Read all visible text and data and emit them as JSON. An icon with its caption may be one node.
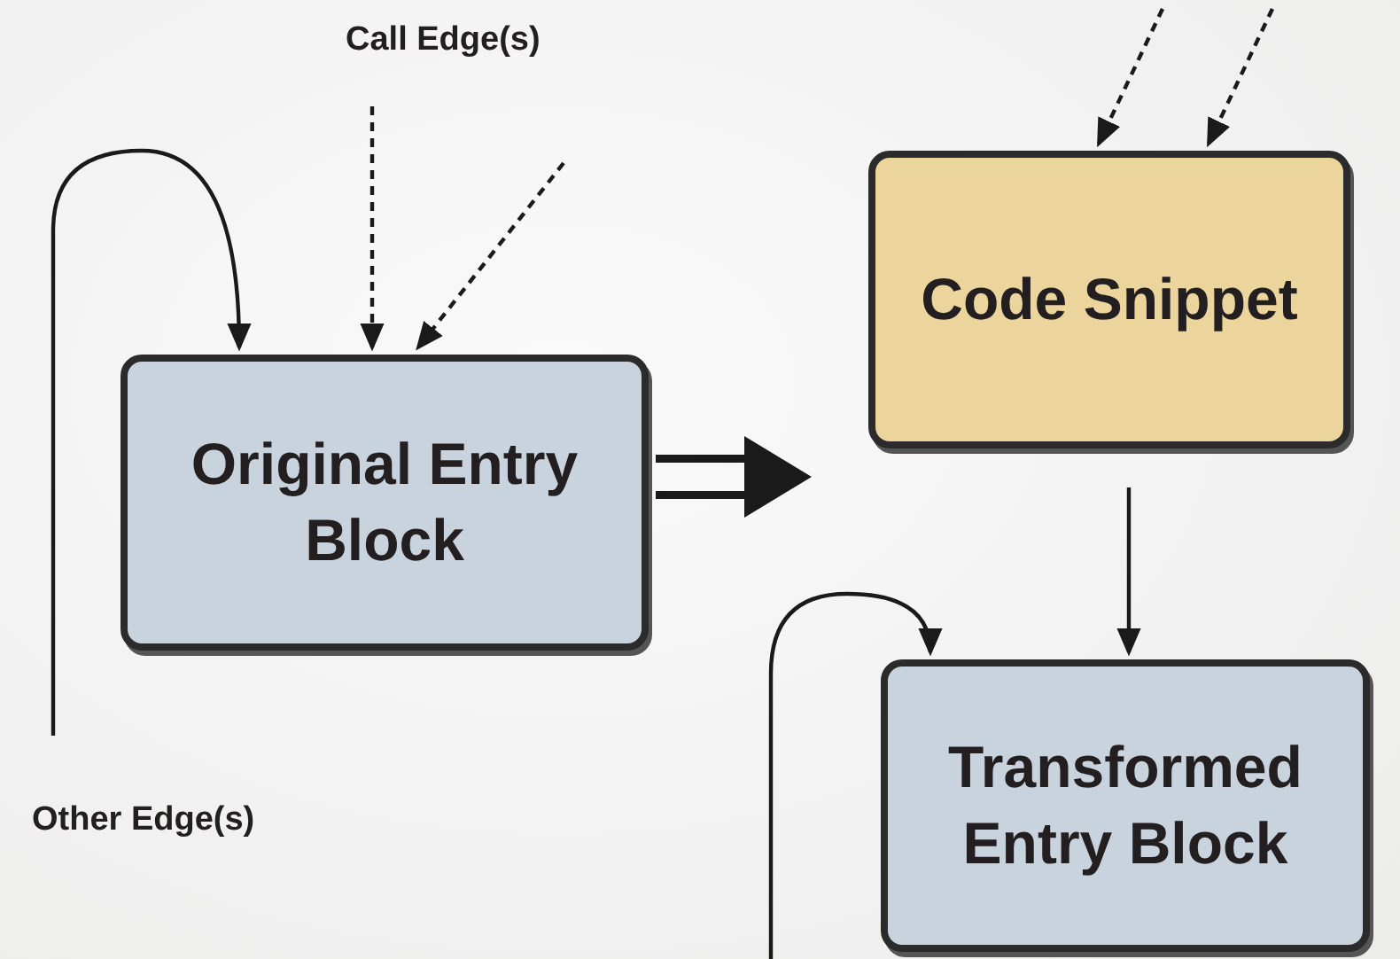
{
  "diagram": {
    "nodes": [
      {
        "text": [
          "Original Entry Block"
        ]
      },
      {
        "text": [
          "Code Snippet"
        ]
      },
      {
        "text": [
          "Transformed Entry Block"
        ]
      }
    ],
    "edges": [
      {
        "from": null,
        "to": 0,
        "arrow": "to"
      },
      {
        "from": null,
        "to": 0,
        "arrow": "to",
        "style": "dashed"
      },
      {
        "from": null,
        "to": 0,
        "arrow": "to",
        "style": "dashed"
      },
      {
        "from": 0,
        "to": 1,
        "arrow": "to",
        "style": "thick"
      },
      {
        "from": null,
        "to": 1,
        "arrow": "to",
        "style": "dashed"
      },
      {
        "from": null,
        "to": 1,
        "arrow": "to",
        "style": "dashed"
      },
      {
        "from": 1,
        "to": 2,
        "arrow": "to"
      },
      {
        "from": null,
        "to": 2,
        "arrow": "to"
      }
    ],
    "labels": [
      "Call Edge(s)",
      "Other Edge(s)"
    ]
  }
}
